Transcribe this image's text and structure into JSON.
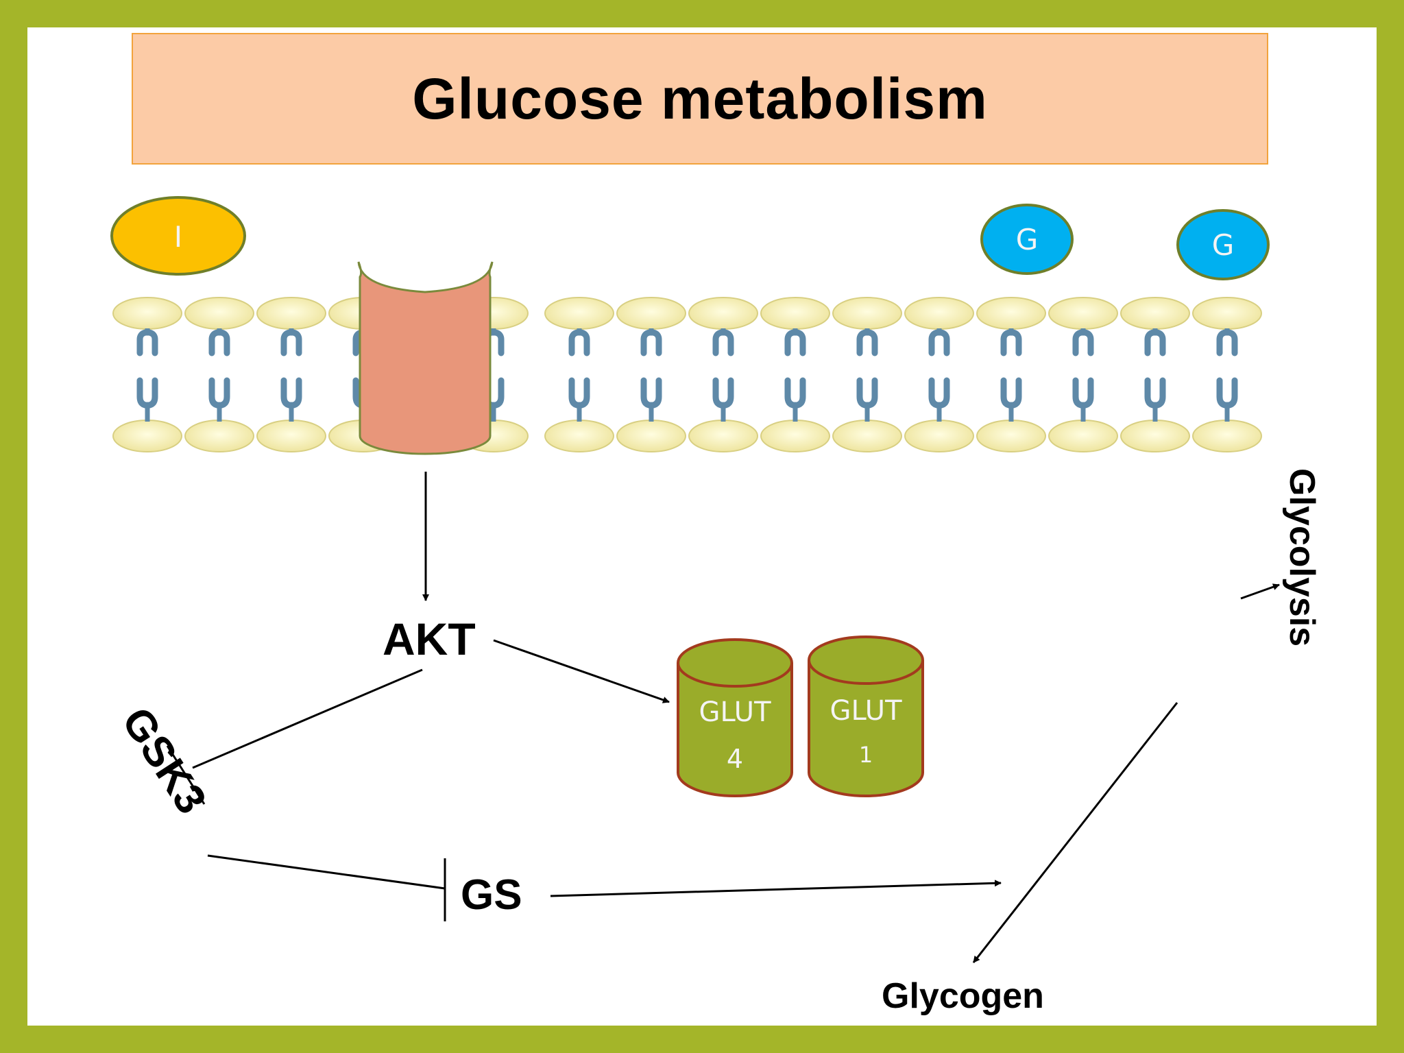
{
  "title": "Glucose metabolism",
  "molecules": {
    "insulin": "I",
    "glucose_1": "G",
    "glucose_2": "G"
  },
  "labels": {
    "akt": "AKT",
    "gsk3": "GSK3",
    "gs": "GS",
    "glycogen": "Glycogen",
    "glycolysis": "Glycolysis"
  },
  "transporters": {
    "glut4_line1": "GLUT",
    "glut4_line2": "4",
    "glut1_line1": "GLUT",
    "glut1_line2": "1"
  },
  "colors": {
    "border": "#a4b529",
    "title_fill": "#fccba6",
    "insulin": "#fcc000",
    "glucose": "#00b0f0",
    "receptor": "#e8967a",
    "transporter": "#9aac2a",
    "lipid_head": "#f4efa4",
    "lipid_tail": "#5e89a8"
  },
  "icons": [
    "insulin-receptor-icon",
    "lipid-bilayer-icon",
    "glut-transporter-icon"
  ]
}
